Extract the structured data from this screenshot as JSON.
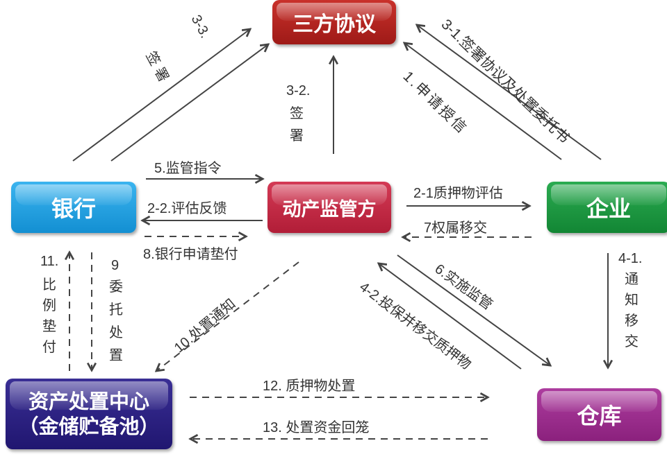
{
  "nodes": {
    "agreement": "三方协议",
    "bank": "银行",
    "supervisor": "动产监管方",
    "enterprise": "企业",
    "disposal_line1": "资产处置中心",
    "disposal_line2": "（金储贮备池）",
    "warehouse": "仓库"
  },
  "edges": {
    "e3_3_num": "3-3.",
    "e3_3_text": "签署",
    "e3_2_num": "3-2.",
    "e3_2_text": "签署",
    "e3_1": "3-1.签署协议及处置委托书",
    "e1": "1.申请授信",
    "e5": "5.监管指令",
    "e2_2": "2-2.评估反馈",
    "e8": "8.银行申请垫付",
    "e2_1": "2-1质押物评估",
    "e7": "7权属移交",
    "e6": "6.实施监管",
    "e4_2": "4-2.投保并移交质押物",
    "e4_1_num": "4-1.",
    "e4_1_text": "通知移交",
    "e11_num": "11.",
    "e11_text": "比例垫付",
    "e9_num": "9",
    "e9_text": "委托处置",
    "e10": "10.处置通知",
    "e12": "12. 质押物处置",
    "e13": "13. 处置资金回笼"
  },
  "colors": {
    "agreement": "#b3201e",
    "bank": "#1b9fe0",
    "supervisor": "#c3243f",
    "enterprise": "#17953d",
    "disposal": "#271c7c",
    "warehouse": "#9b2c8c",
    "arrow": "#444444"
  }
}
